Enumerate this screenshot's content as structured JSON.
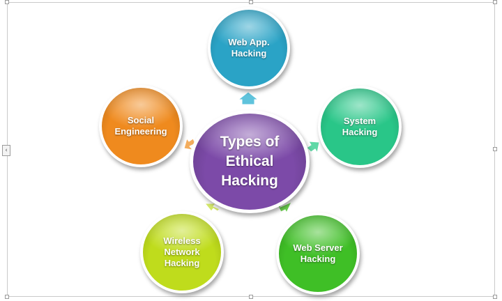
{
  "center": {
    "lines": [
      "Types of",
      "Ethical",
      "Hacking"
    ],
    "color": "#7c4aa8"
  },
  "nodes": {
    "webapp": {
      "lines": [
        "Web App.",
        "Hacking"
      ],
      "color": "#2aa3c6"
    },
    "system": {
      "lines": [
        "System",
        "Hacking"
      ],
      "color": "#29c688"
    },
    "webserver": {
      "lines": [
        "Web Server",
        "Hacking"
      ],
      "color": "#3fbf26"
    },
    "wireless": {
      "lines": [
        "Wireless",
        "Network",
        "Hacking"
      ],
      "color": "#bfdc1c"
    },
    "social": {
      "lines": [
        "Social",
        "Engineering"
      ],
      "color": "#ef8a1e"
    }
  },
  "connector_colors": {
    "webapp": "#5fc3dc",
    "system": "#5fd8a6",
    "webserver": "#6bd04f",
    "wireless": "#d4e86a",
    "social": "#f3ad5e"
  },
  "side_tab_icon": "chevron-left-icon"
}
